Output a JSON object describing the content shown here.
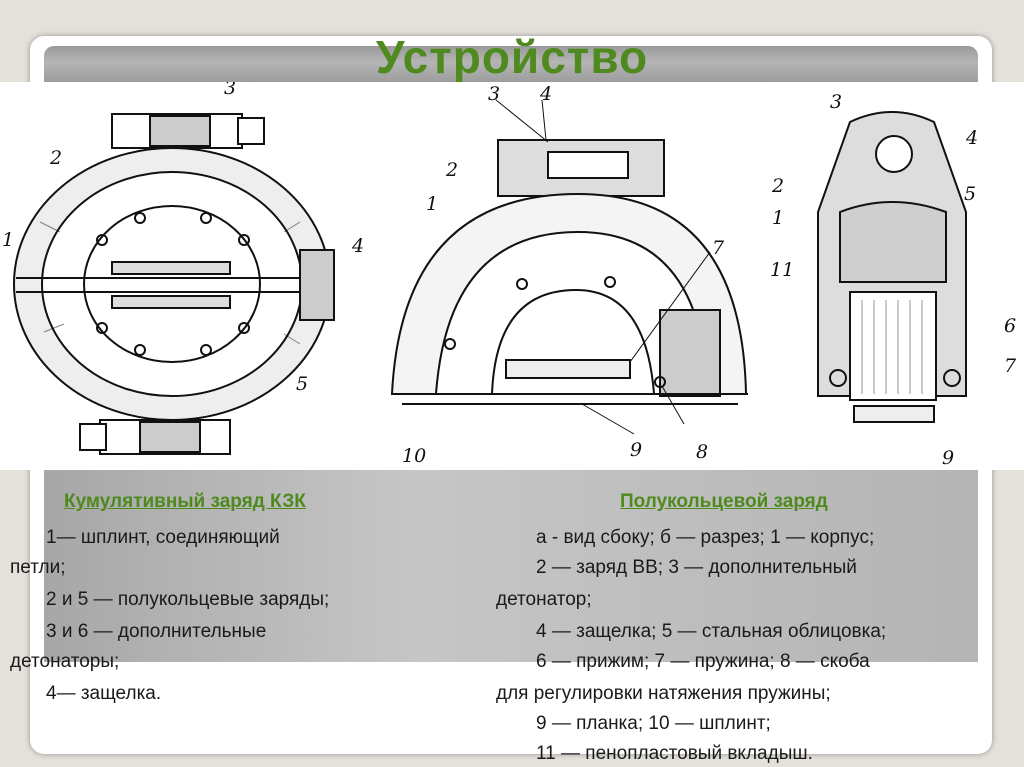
{
  "title": "Устройство",
  "left_caption": {
    "heading": "Кумулятивный заряд КЗК",
    "lines": [
      "1— шплинт, соединяющий",
      "петли;",
      "2 и 5 — полукольцевые заряды;",
      "3 и 6 — дополнительные",
      "детонаторы;",
      "4— защелка."
    ]
  },
  "right_caption": {
    "heading": "Полукольцевой заряд",
    "lines": [
      "а - вид сбоку; б — разрез; 1 — корпус;",
      "2 — заряд ВВ; 3 — дополнительный",
      "детонатор;",
      "4 — защелка; 5 — стальная облицовка;",
      "6 — прижим; 7 — пружина; 8 — скоба",
      "для регулировки натяжения пружины;",
      "9 — планка; 10 — шплинт;",
      "11 — пенопластовый вкладыш."
    ]
  },
  "figure_labels": {
    "ring": [
      "1",
      "2",
      "3",
      "4",
      "5"
    ],
    "side": [
      "1",
      "2",
      "3",
      "4",
      "7",
      "8",
      "9",
      "10"
    ],
    "section": [
      "1",
      "2",
      "3",
      "4",
      "5",
      "6",
      "7",
      "9",
      "11"
    ]
  },
  "colors": {
    "title": "#4e8a1e",
    "text": "#1a1a1a",
    "band": "#b5b5b5"
  }
}
